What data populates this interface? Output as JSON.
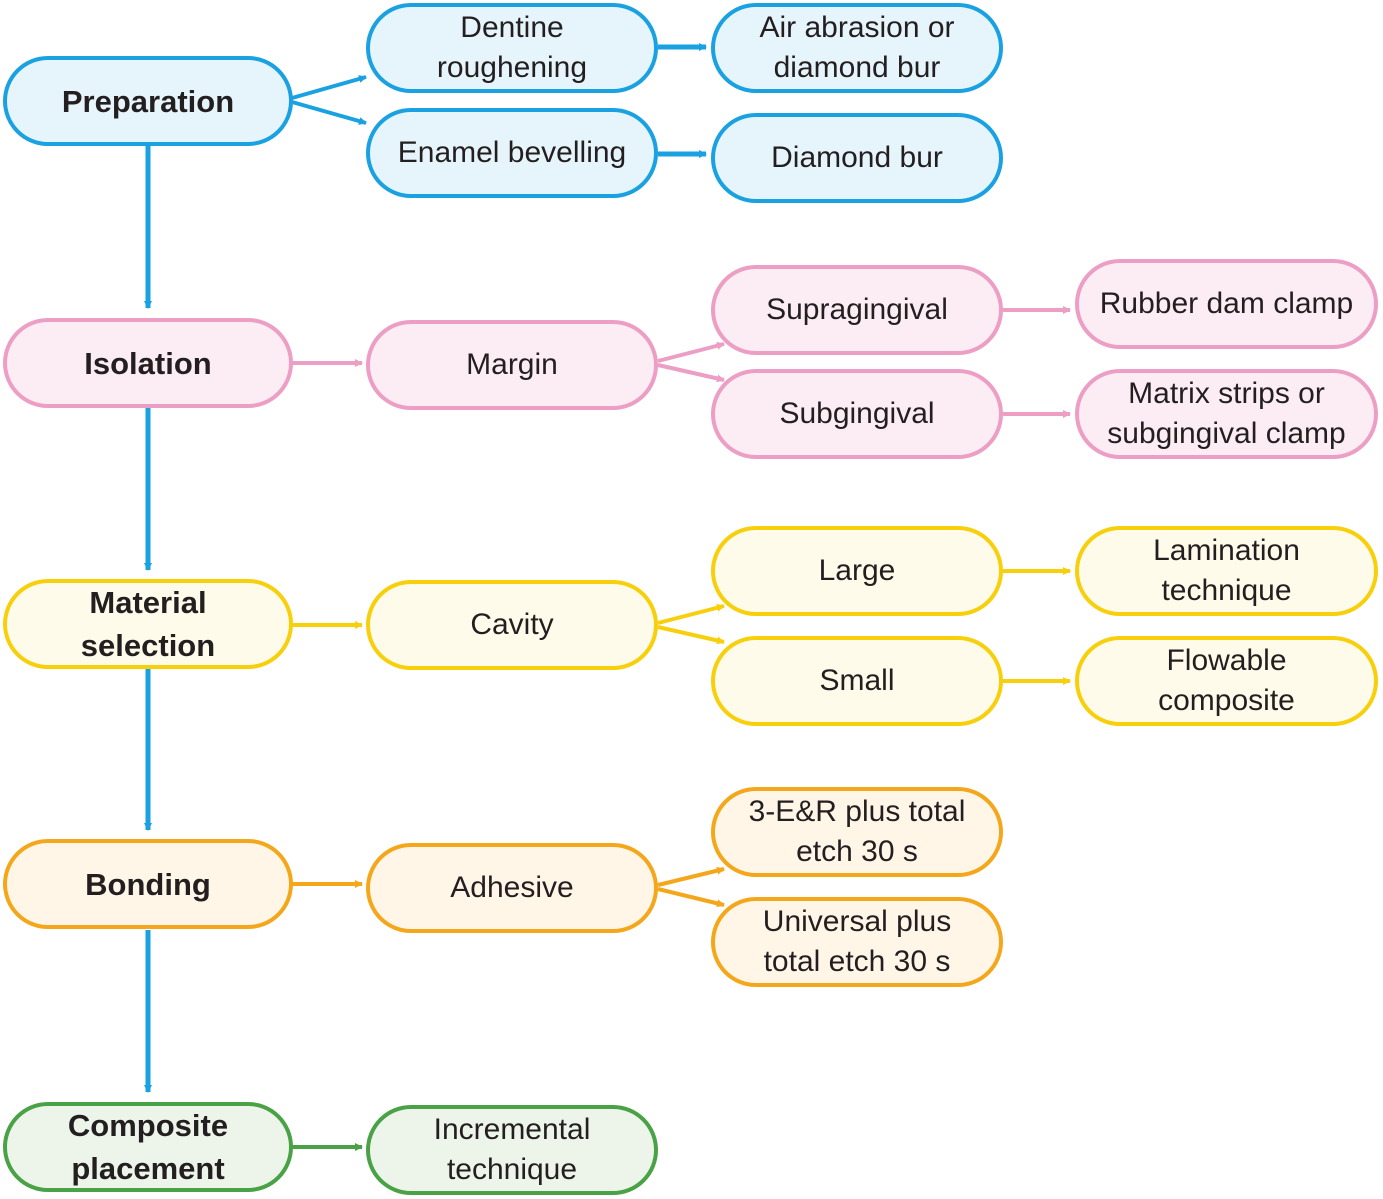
{
  "steps": {
    "preparation": "Preparation",
    "isolation": "Isolation",
    "material_selection": "Material\nselection",
    "bonding": "Bonding",
    "composite_placement": "Composite\nplacement"
  },
  "preparation": {
    "dentine_roughening": "Dentine\nroughening",
    "enamel_bevelling": "Enamel bevelling",
    "air_abrasion": "Air abrasion or\ndiamond bur",
    "diamond_bur": "Diamond bur"
  },
  "isolation": {
    "margin": "Margin",
    "supragingival": "Supragingival",
    "subgingival": "Subgingival",
    "rubber_dam": "Rubber dam clamp",
    "matrix_strips": "Matrix strips or\nsubgingival clamp"
  },
  "material_selection": {
    "cavity": "Cavity",
    "large": "Large",
    "small": "Small",
    "lamination": "Lamination\ntechnique",
    "flowable": "Flowable\ncomposite"
  },
  "bonding": {
    "adhesive": "Adhesive",
    "three_er": "3-E&R plus total\netch 30 s",
    "universal": "Universal plus\ntotal etch 30 s"
  },
  "composite_placement": {
    "incremental": "Incremental\ntechnique"
  },
  "colors": {
    "preparation": "#1aa1e1",
    "isolation": "#ec9ec4",
    "material_selection": "#f7cf0b",
    "bonding": "#f4a71a",
    "composite_placement": "#4aa246"
  }
}
